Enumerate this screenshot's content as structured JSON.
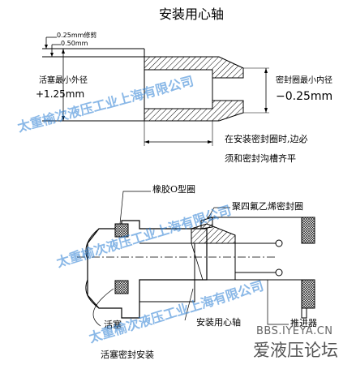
{
  "top": {
    "title": "安装用心轴",
    "dim_small_1": "0.25mm修剪",
    "dim_small_2": "0.50mm",
    "left_label_1": "活塞最小外径",
    "left_label_2": "+1.25mm",
    "right_label_1": "密封圈最小内径",
    "right_label_2": "−0.25mm",
    "note_1": "在安装密封圈时,边必",
    "note_2": "须和密封沟槽齐平"
  },
  "bottom": {
    "oring": "橡胶O型圈",
    "ptfe": "聚四氟乙烯密封圈",
    "piston": "活塞",
    "mandrel": "安装用心轴",
    "pusher": "推进器",
    "caption": "活塞密封安装"
  },
  "watermarks": {
    "company_1": "太重榆次液压工业上海有限公司",
    "company_2": "太重榆次液压工业上海有限公司",
    "company_3": "太重榆次液压工业上海有限公司"
  },
  "site": {
    "url": "BBS.IYEYA.CN",
    "name": "爱液压论坛"
  }
}
